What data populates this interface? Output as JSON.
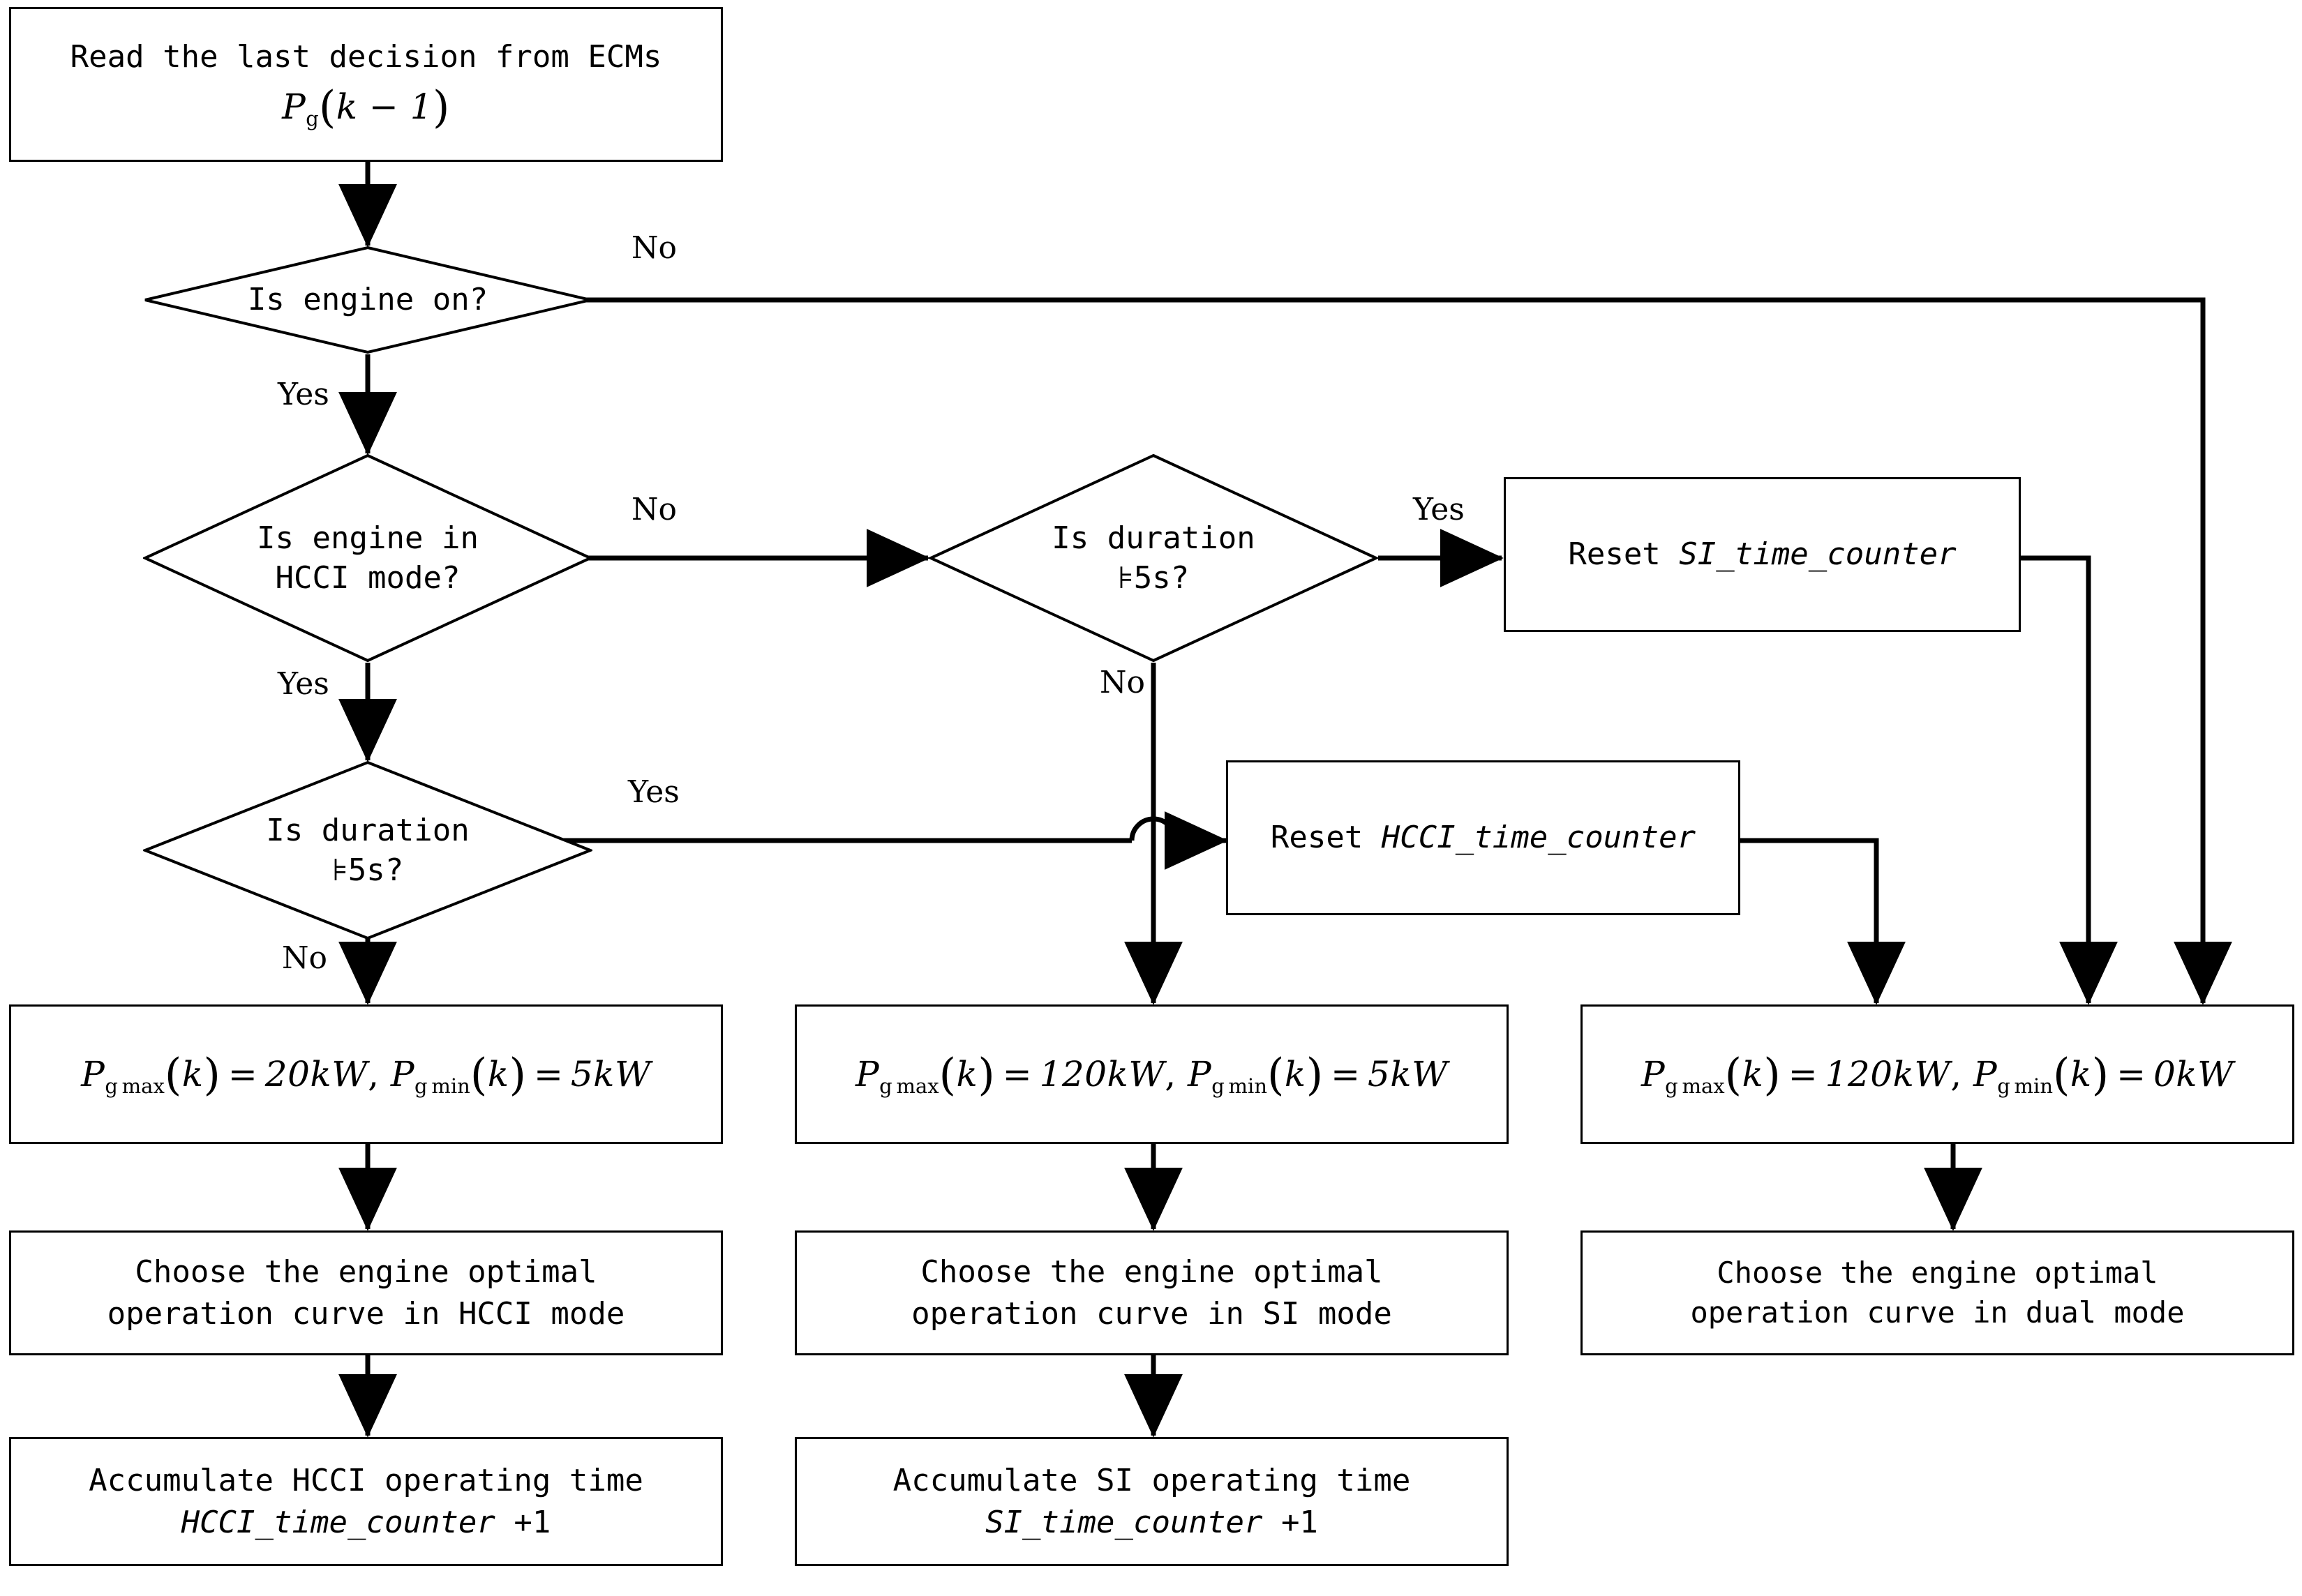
{
  "diagram": {
    "title": "Engine operating mode decision flowchart",
    "stroke_color": "#000000",
    "background_color": "#ffffff"
  },
  "nodes": {
    "read_decision": {
      "type": "process",
      "line1": "Read the last decision from ECMs",
      "formula": {
        "symbol": "P",
        "subscript": "g",
        "argument": "k − 1",
        "plain": "Pg(k−1)"
      }
    },
    "engine_on": {
      "type": "decision",
      "text": "Is engine on?"
    },
    "engine_hcci": {
      "type": "decision",
      "text": "Is engine in\nHCCI mode?"
    },
    "duration_left": {
      "type": "decision",
      "text": "Is duration\n⊧5s?"
    },
    "duration_right": {
      "type": "decision",
      "text": "Is duration\n⊧5s?"
    },
    "reset_si": {
      "type": "process",
      "prefix": "Reset ",
      "variable": "SI_time_counter"
    },
    "reset_hcci": {
      "type": "process",
      "prefix": "Reset ",
      "variable": "HCCI_time_counter"
    },
    "limits_hcci": {
      "type": "process",
      "plain": "Pgmax(k)=20kW, Pgmin(k)=5kW",
      "max_value": "20kW",
      "min_value": "5kW"
    },
    "limits_si": {
      "type": "process",
      "plain": "Pgmax(k)=120kW, Pgmin(k)=5kW",
      "max_value": "120kW",
      "min_value": "5kW"
    },
    "limits_dual": {
      "type": "process",
      "plain": "Pgmax(k)=120kW, Pgmin(k)=0kW",
      "max_value": "120kW",
      "min_value": "0kW"
    },
    "curve_hcci": {
      "type": "process",
      "text": "Choose the engine optimal\noperation curve in HCCI mode"
    },
    "curve_si": {
      "type": "process",
      "text": "Choose the engine optimal\noperation curve in SI mode"
    },
    "curve_dual": {
      "type": "process",
      "text": "Choose the engine optimal\noperation curve in dual mode"
    },
    "accum_hcci": {
      "type": "process",
      "line1": "Accumulate HCCI operating time",
      "variable": "HCCI_time_counter",
      "increment": "+1"
    },
    "accum_si": {
      "type": "process",
      "line1": "Accumulate SI operating time",
      "variable": "SI_time_counter",
      "increment": "+1"
    }
  },
  "edge_labels": {
    "engine_on_no": "No",
    "engine_on_yes": "Yes",
    "engine_hcci_no": "No",
    "engine_hcci_yes": "Yes",
    "duration_right_yes": "Yes",
    "duration_right_no": "No",
    "duration_left_yes": "Yes",
    "duration_left_no": "No"
  }
}
